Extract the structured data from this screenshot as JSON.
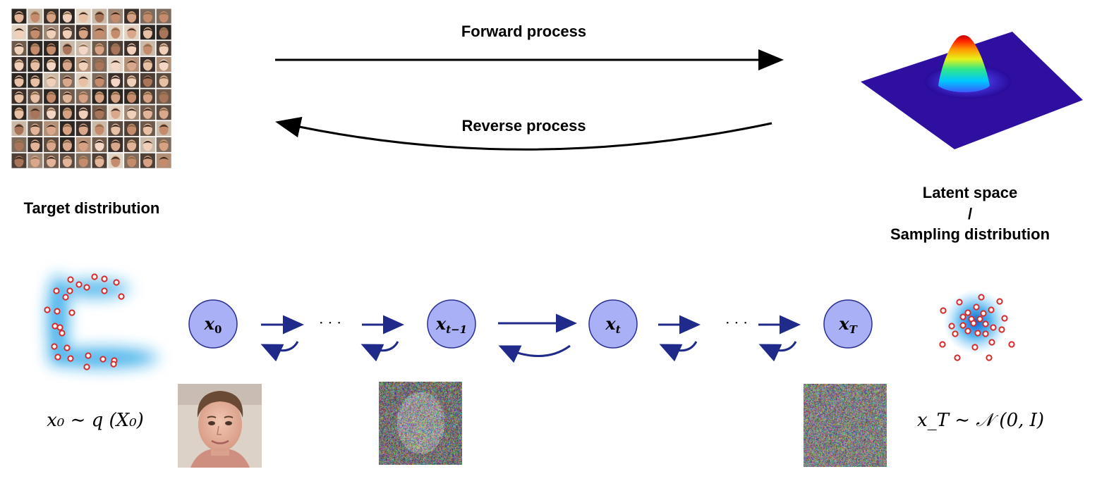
{
  "top": {
    "forward_label": "Forward process",
    "reverse_label": "Reverse process",
    "target_label": "Target distribution",
    "latent_label_line1": "Latent space",
    "latent_label_line2": "/",
    "latent_label_line3": "Sampling distribution"
  },
  "chain": {
    "nodes": [
      {
        "base": "x",
        "sub": "0"
      },
      {
        "base": "x",
        "sub": "t−1"
      },
      {
        "base": "x",
        "sub": "t"
      },
      {
        "base": "x",
        "sub": "T"
      }
    ],
    "ellipsis": "· · ·"
  },
  "formulas": {
    "left": "x₀ ∼ q (X₀)",
    "right": "x_T ∼ 𝒩 (0, I)"
  },
  "colors": {
    "node_fill": "#a9b0f6",
    "node_stroke": "#2a2f8f",
    "arrow": "#1f2a8a",
    "dot_stroke": "#d62b2b"
  }
}
